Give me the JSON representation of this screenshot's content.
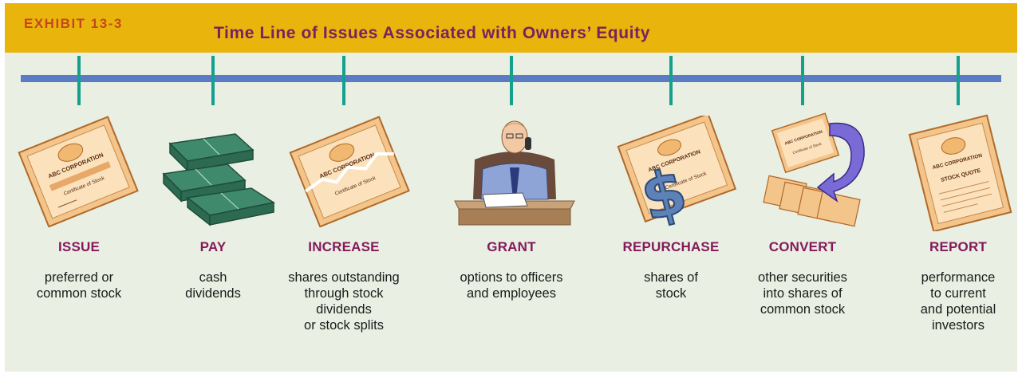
{
  "header": {
    "exhibit": "EXHIBIT 13-3",
    "title": "Time Line of Issues Associated with Owners’ Equity"
  },
  "colors": {
    "header_bg": "#e9b40c",
    "exhibit_text": "#c7471d",
    "title_text": "#7b2060",
    "timeline": "#5a7cc5",
    "ticks": "#14a08f",
    "label_text": "#84195a",
    "panel_bg": "#e9efe3"
  },
  "events": [
    {
      "label": "ISSUE",
      "lines": [
        "preferred or",
        "common stock"
      ],
      "illustration": "stock-certificate-icon",
      "cert_company": "ABC CORPORATION",
      "cert_title": "Certificate of Stock"
    },
    {
      "label": "PAY",
      "lines": [
        "cash",
        "dividends"
      ],
      "illustration": "cash-bundles-icon"
    },
    {
      "label": "INCREASE",
      "lines": [
        "shares outstanding",
        "through stock",
        "dividends",
        "or stock splits"
      ],
      "illustration": "torn-stock-certificate-icon",
      "cert_company": "ABC CORPORATION",
      "cert_title": "Certificate of Stock"
    },
    {
      "label": "GRANT",
      "lines": [
        "options to officers",
        "and employees"
      ],
      "illustration": "executive-at-desk-icon"
    },
    {
      "label": "REPURCHASE",
      "lines": [
        "shares of",
        "stock"
      ],
      "illustration": "certificate-with-dollar-sign-icon",
      "cert_company": "ABC CORPORATION",
      "cert_title": "Certificate of Stock"
    },
    {
      "label": "CONVERT",
      "lines": [
        "other securities",
        "into shares of",
        "common stock"
      ],
      "illustration": "converting-certificates-icon",
      "cert_company": "ABC CORPORATION",
      "cert_title": "Certificate of Stock"
    },
    {
      "label": "REPORT",
      "lines": [
        "performance",
        "to current",
        "and potential",
        "investors"
      ],
      "illustration": "stock-quote-report-icon",
      "cert_company": "ABC CORPORATION",
      "cert_title": "STOCK QUOTE"
    }
  ]
}
